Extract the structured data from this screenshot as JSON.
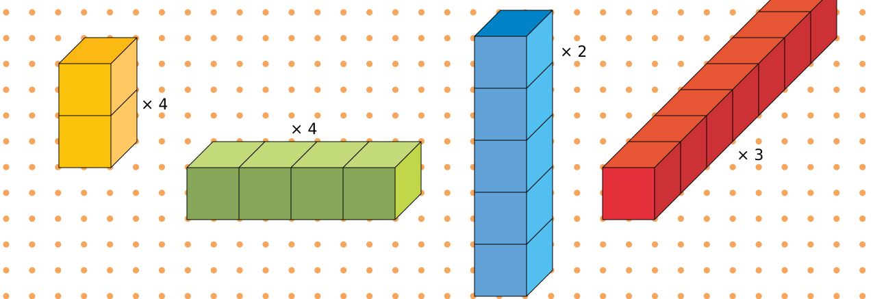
{
  "colors": {
    "background": "#ffffff",
    "dot": "#f5a55c",
    "yellow": {
      "front": "#fcc30d",
      "top": "#fdb913",
      "side": "#fec962"
    },
    "green": {
      "front": "#86a75a",
      "top": "#c3da7a",
      "side": "#c2d649"
    },
    "blue": {
      "front": "#62a1d6",
      "top": "#0082c6",
      "side": "#53bef0"
    },
    "red": {
      "front": "#e4313c",
      "top": "#e65534",
      "side": "#cc3135"
    }
  },
  "blocks": [
    {
      "id": "yellow",
      "orientation": "vertical",
      "cubes": 2,
      "multiplier": "× 4"
    },
    {
      "id": "green",
      "orientation": "horizontal",
      "cubes": 4,
      "multiplier": "× 4"
    },
    {
      "id": "blue",
      "orientation": "vertical",
      "cubes": 5,
      "multiplier": "× 2"
    },
    {
      "id": "red",
      "orientation": "depth",
      "cubes": 7,
      "multiplier": "× 3"
    }
  ]
}
